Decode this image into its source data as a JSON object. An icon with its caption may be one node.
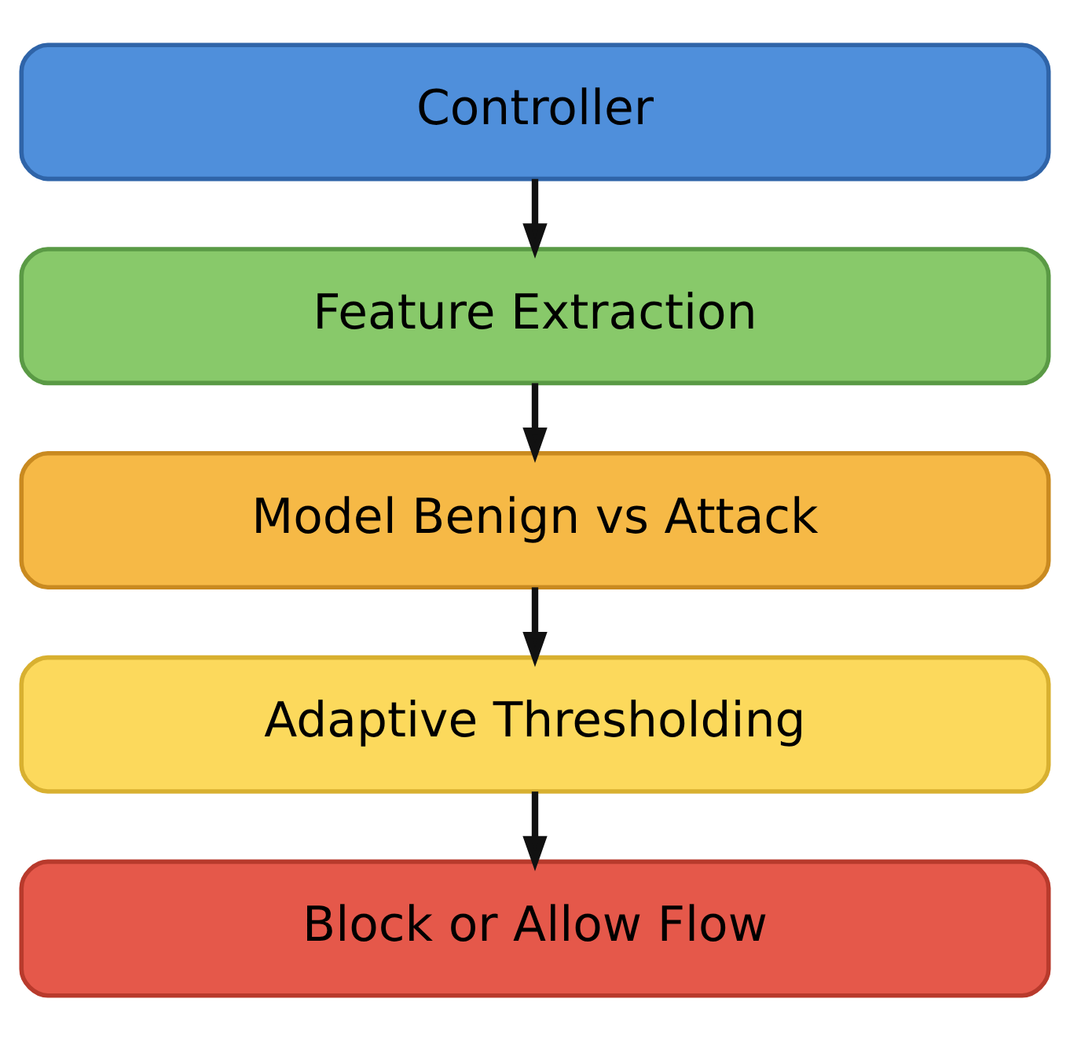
{
  "diagram": {
    "nodes": [
      {
        "text": [
          "Controller"
        ]
      },
      {
        "text": [
          "Feature Extraction"
        ]
      },
      {
        "text": [
          "Model Benign vs Attack"
        ]
      },
      {
        "text": [
          "Adaptive Thresholding"
        ]
      },
      {
        "text": [
          "Block or Allow Flow"
        ]
      }
    ],
    "edges": [
      {
        "from": 0,
        "to": 1,
        "arrow": "to"
      },
      {
        "from": 1,
        "to": 2,
        "arrow": "to"
      },
      {
        "from": 2,
        "to": 3,
        "arrow": "to"
      },
      {
        "from": 3,
        "to": 4,
        "arrow": "to"
      }
    ]
  }
}
